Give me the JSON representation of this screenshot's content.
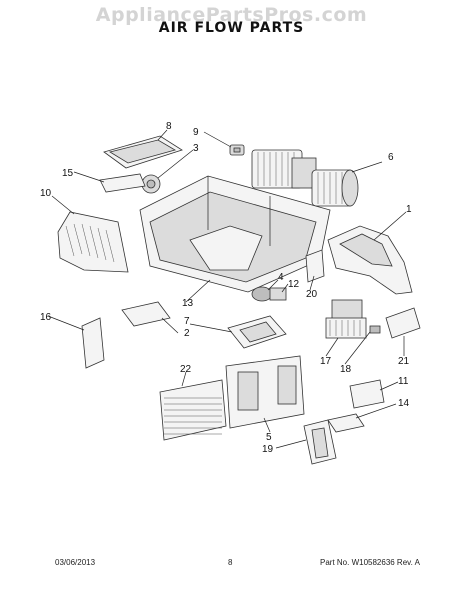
{
  "watermark": "AppliancePartsPros.com",
  "title": "AIR FLOW PARTS",
  "callouts": [
    "8",
    "9",
    "3",
    "6",
    "15",
    "10",
    "1",
    "4",
    "12",
    "20",
    "16",
    "13",
    "2",
    "7",
    "17",
    "18",
    "21",
    "22",
    "11",
    "14",
    "5",
    "19"
  ],
  "footer": {
    "date": "03/06/2013",
    "page": "8",
    "part_number": "Part No. W10582636  Rev. A"
  }
}
